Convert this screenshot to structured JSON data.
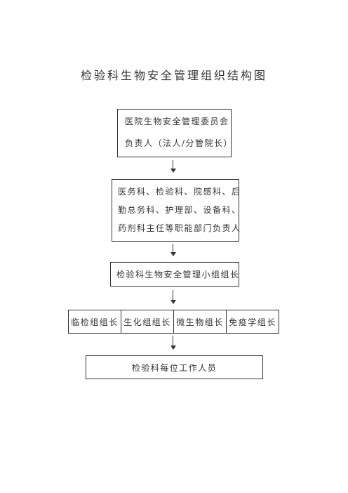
{
  "title": "检验科生物安全管理组织结构图",
  "committee": {
    "line1": "医院生物安全管理委员会",
    "line2": "负责人（法人/分管院长）"
  },
  "departments": {
    "line1": "医务科、检验科、院感科、后",
    "line2": "勤总务科、护理部、设备科、",
    "line3": "药剂科主任等职能部门负责人"
  },
  "team_leader": "检验科生物安全管理小组组长",
  "groups": [
    "临检组组长",
    "生化组组长",
    "微生物组长",
    "免疫学组长"
  ],
  "staff": "检验科每位工作人员"
}
